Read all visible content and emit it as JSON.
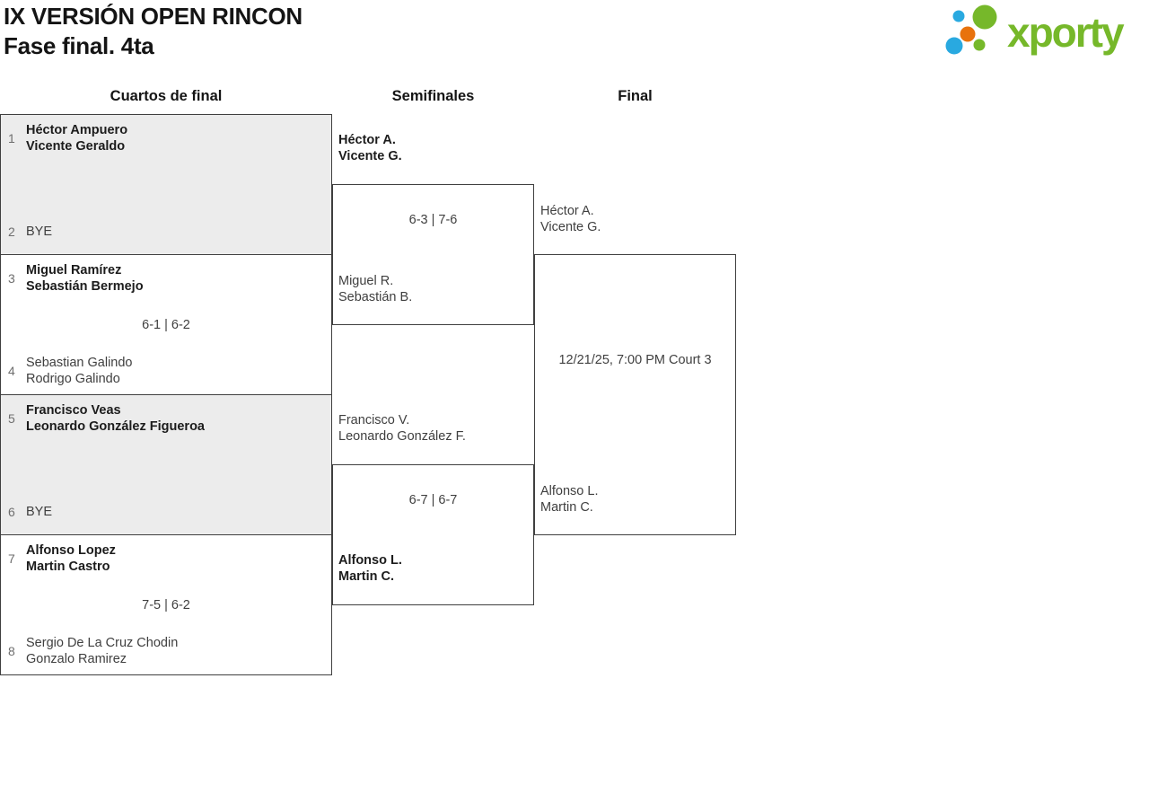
{
  "page": {
    "title_line1": "IX VERSIÓN OPEN RINCON",
    "title_line2": "Fase final. 4ta"
  },
  "logo": {
    "text": "xporty"
  },
  "colors": {
    "brand_green": "#76b82a",
    "brand_blue": "#29a9e0",
    "brand_orange": "#e8720c",
    "bracket_border": "#3f3f3f",
    "box_alt_background": "#ececec",
    "winner_text": "#1c1c1c",
    "regular_text": "#3f3f3f",
    "seed_text": "#6e6e6e"
  },
  "rounds": {
    "r1": "Cuartos de final",
    "r2": "Semifinales",
    "r3": "Final"
  },
  "qf": [
    {
      "seed1": "1",
      "p1a": "Héctor Ampuero",
      "p1b": "Vicente Geraldo",
      "winner1": true,
      "seed2": "2",
      "p2a": "BYE"
    },
    {
      "seed1": "3",
      "p1a": "Miguel Ramírez",
      "p1b": "Sebastián Bermejo",
      "winner1": true,
      "score": "6-1 | 6-2",
      "seed2": "4",
      "p2a": "Sebastian Galindo",
      "p2b": "Rodrigo Galindo"
    },
    {
      "seed1": "5",
      "p1a": "Francisco Veas",
      "p1b": "Leonardo González Figueroa",
      "winner1": true,
      "seed2": "6",
      "p2a": "BYE"
    },
    {
      "seed1": "7",
      "p1a": "Alfonso Lopez",
      "p1b": "Martin Castro",
      "winner1": true,
      "score": "7-5 | 6-2",
      "seed2": "8",
      "p2a": "Sergio De La Cruz Chodin",
      "p2b": "Gonzalo Ramirez"
    }
  ],
  "sf": [
    {
      "t1a": "Héctor A.",
      "t1b": "Vicente G.",
      "winner1": true,
      "score": "6-3 | 7-6",
      "t2a": "Miguel R.",
      "t2b": "Sebastián B."
    },
    {
      "t1a": "Francisco V.",
      "t1b": "Leonardo González F.",
      "score": "6-7 | 6-7",
      "t2a": "Alfonso L.",
      "t2b": "Martin C.",
      "winner2": true
    }
  ],
  "final": {
    "t1a": "Héctor A.",
    "t1b": "Vicente G.",
    "info": "12/21/25, 7:00 PM Court 3",
    "t2a": "Alfonso L.",
    "t2b": "Martin C."
  }
}
